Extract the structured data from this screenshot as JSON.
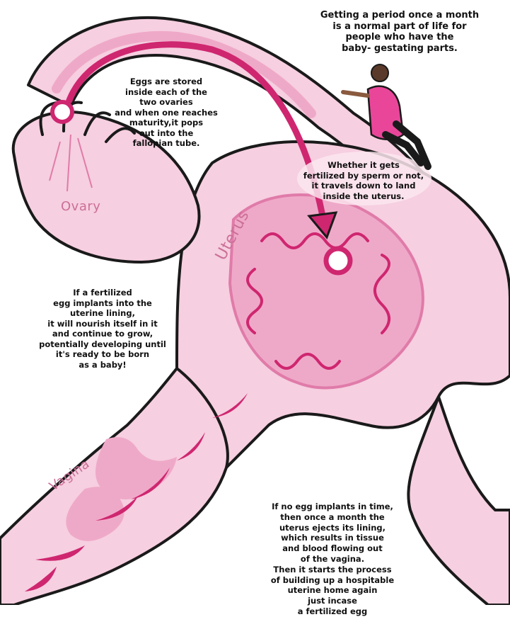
{
  "captions": {
    "period": "Getting a period once a month\nis a normal part of life for\npeople who have the\nbaby- gestating parts.",
    "eggs": "Eggs are stored\ninside each of the\ntwo ovaries\nand when one reaches\nmaturity,it pops\nout into the\nfallopian tube.",
    "travel": "Whether it gets\nfertilized by sperm or not,\nit travels down to land\ninside the uterus.",
    "implant": "If a fertilized\negg implants into the\nuterine lining,\nit will nourish itself in it\nand continue to grow,\npotentially developing until\nit's ready to be born\nas a baby!",
    "no_implant": "If no egg implants in time,\nthen once a month the\nuterus ejects its lining,\nwhich results in tissue\nand blood flowing out\nof the vagina.\nThen it starts the process\nof building up a hospitable\nuterine home again\njust incase\na fertilized egg"
  },
  "labels": {
    "ovary": "Ovary",
    "uterus": "Uterus",
    "vagina": "Vagina"
  },
  "colors": {
    "outline": "#1a1a1a",
    "body_pink": "#f6cfe0",
    "mid_pink": "#efa9c8",
    "deep_pink": "#e07ba9",
    "magenta": "#cf2670",
    "label_pink": "#cc6f98",
    "person_dress": "#e9469a"
  }
}
